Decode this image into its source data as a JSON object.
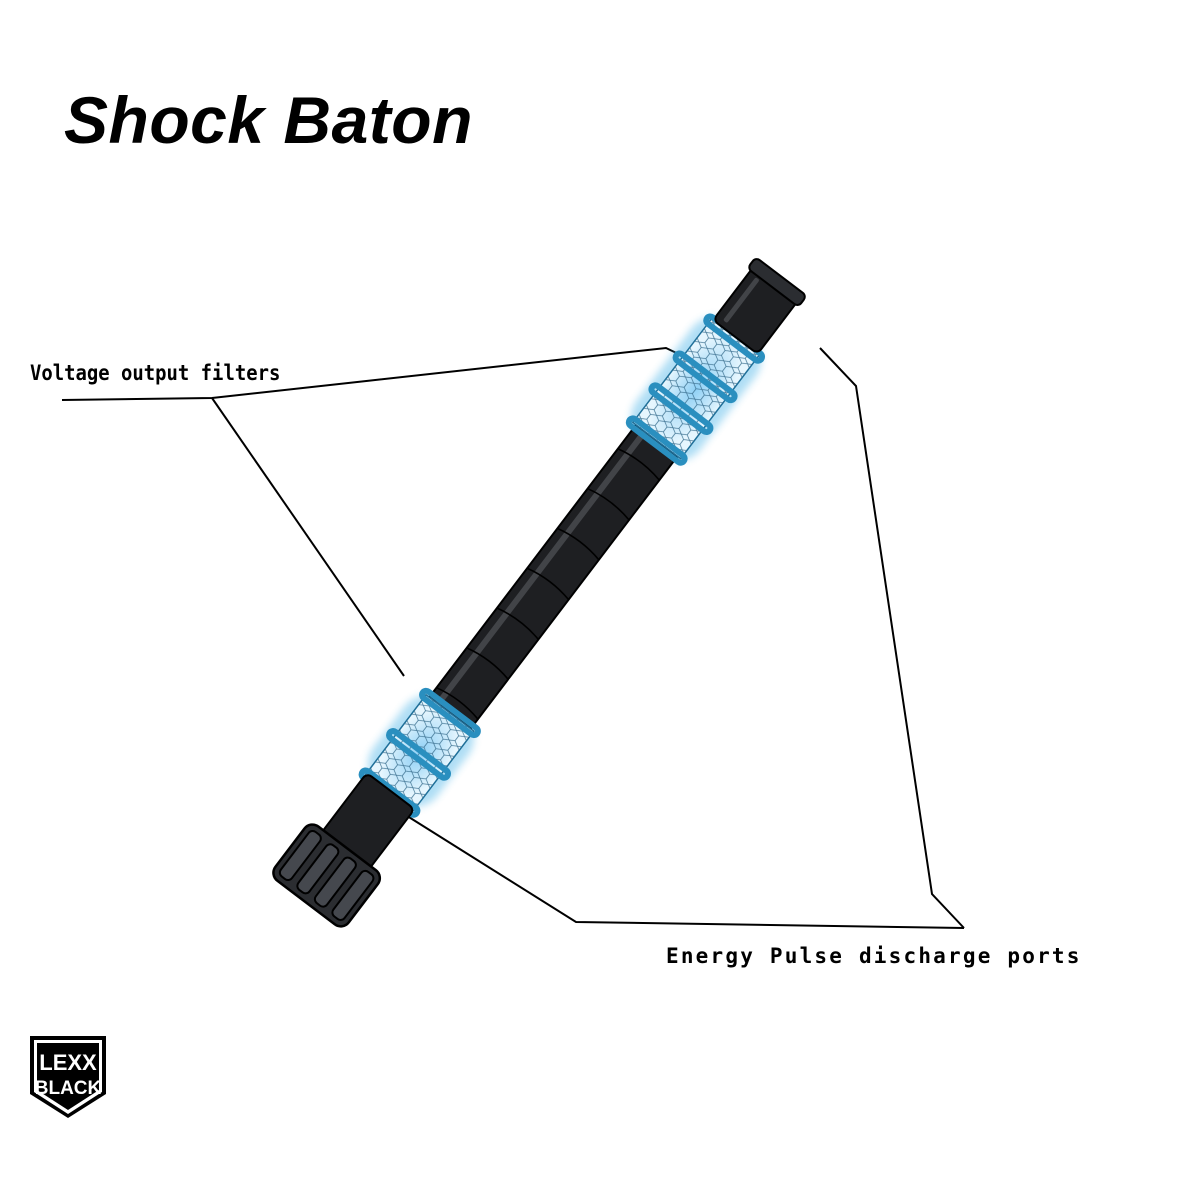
{
  "title": "Shock Baton",
  "callouts": {
    "filters": "Voltage output filters",
    "ports": "Energy Pulse discharge ports"
  },
  "logo": {
    "line1": "LEXX",
    "line2": "BLACK"
  },
  "colors": {
    "body": "#1e1f22",
    "glow": "#4fb6e8",
    "ring": "#2a8fbf",
    "hex_fill": "#bfe6fb",
    "leader": "#000000"
  }
}
